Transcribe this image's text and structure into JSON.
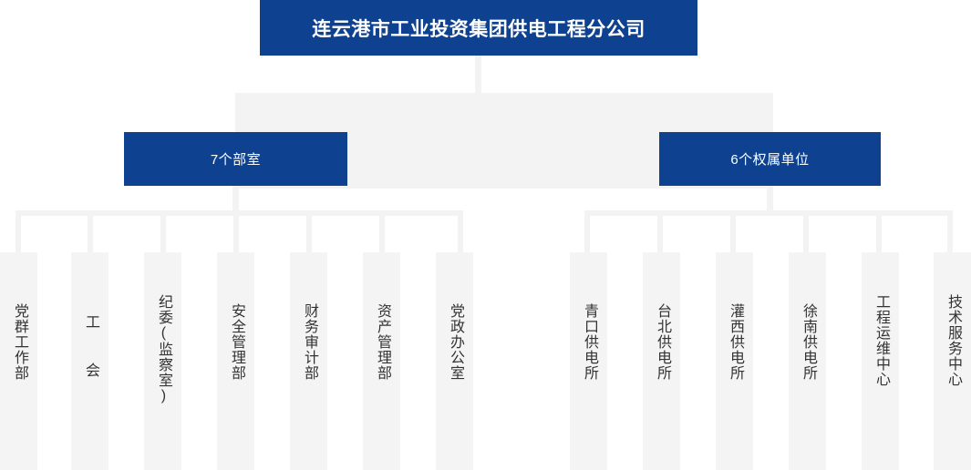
{
  "chart": {
    "type": "org-chart",
    "title": "连云港市工业投资集团供电工程分公司",
    "colors": {
      "brand_blue": "#0e4291",
      "connector_grey": "#f3f3f3",
      "leaf_grey": "#f4f4f4",
      "leaf_text": "#333333",
      "title_text": "#ffffff"
    },
    "branches": [
      {
        "id": "departments",
        "label": "7个部室",
        "count": 7,
        "children": [
          {
            "label": "党群工作部"
          },
          {
            "label": "工  会"
          },
          {
            "label": "纪委(监察室)"
          },
          {
            "label": "安全管理部"
          },
          {
            "label": "财务审计部"
          },
          {
            "label": "资产管理部"
          },
          {
            "label": "党政办公室"
          }
        ]
      },
      {
        "id": "affiliated-units",
        "label": "6个权属单位",
        "count": 6,
        "children": [
          {
            "label": "青口供电所"
          },
          {
            "label": "台北供电所"
          },
          {
            "label": "灌西供电所"
          },
          {
            "label": "徐南供电所"
          },
          {
            "label": "工程运维中心"
          },
          {
            "label": "技术服务中心"
          }
        ]
      }
    ]
  }
}
